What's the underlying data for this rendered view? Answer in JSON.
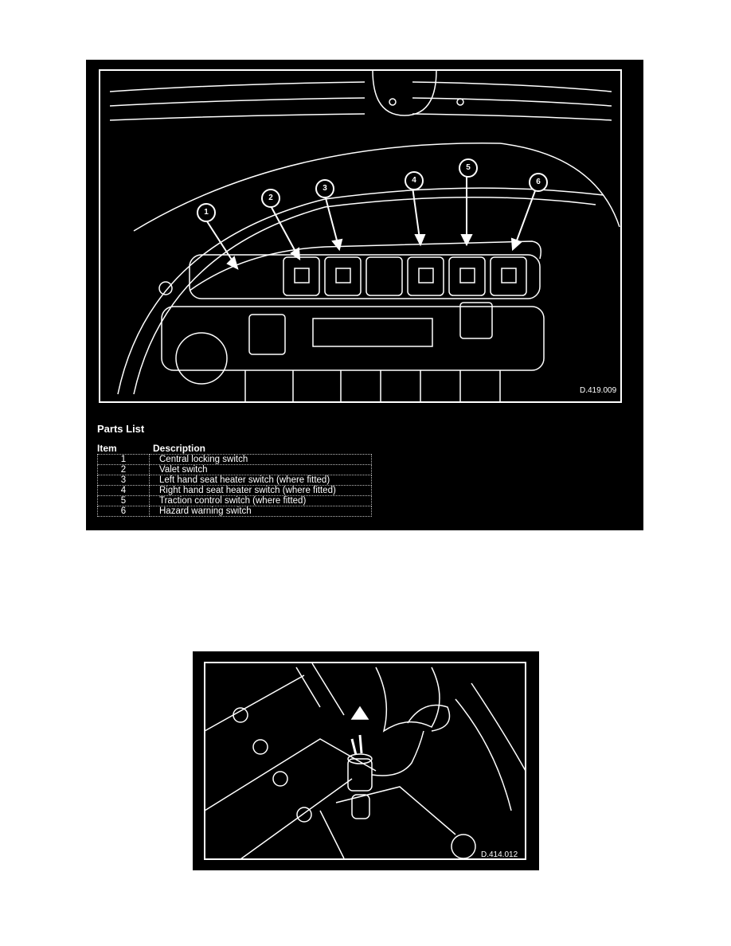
{
  "figure1": {
    "code": "D.419.009",
    "callouts": [
      "1",
      "2",
      "3",
      "4",
      "5",
      "6"
    ],
    "parts_list": {
      "title": "Parts List",
      "headers": {
        "item": "Item",
        "description": "Description"
      },
      "rows": [
        {
          "item": "1",
          "description": "Central locking switch"
        },
        {
          "item": "2",
          "description": "Valet switch"
        },
        {
          "item": "3",
          "description": "Left hand seat heater switch (where fitted)"
        },
        {
          "item": "4",
          "description": "Right hand seat heater switch (where fitted)"
        },
        {
          "item": "5",
          "description": "Traction control switch (where fitted)"
        },
        {
          "item": "6",
          "description": "Hazard warning switch"
        }
      ]
    }
  },
  "figure2": {
    "code": "D.414.012"
  }
}
